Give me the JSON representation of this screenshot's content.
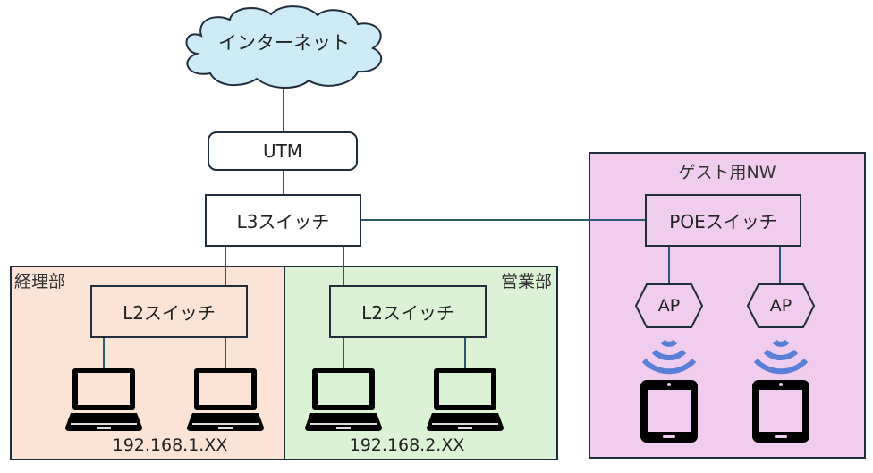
{
  "colors": {
    "line": "#2b5a6e",
    "border": "#1f2d3d",
    "cloud_fill": "#cdeaf7",
    "accounting_fill": "#fbe3d6",
    "sales_fill": "#dcf2d5",
    "guest_fill": "#f0ccee",
    "wifi": "#5a7fd6"
  },
  "internet": {
    "label": "インターネット",
    "icon": "cloud-icon"
  },
  "utm": {
    "label": "UTM"
  },
  "core_switch": {
    "label": "L3スイッチ"
  },
  "zones": {
    "accounting": {
      "label": "経理部",
      "switch_label": "L2スイッチ",
      "subnet": "192.168.1.XX",
      "devices": [
        "laptop-icon",
        "laptop-icon"
      ]
    },
    "sales": {
      "label": "営業部",
      "switch_label": "L2スイッチ",
      "subnet": "192.168.2.XX",
      "devices": [
        "laptop-icon",
        "laptop-icon"
      ]
    },
    "guest": {
      "label": "ゲスト用NW",
      "switch_label": "POEスイッチ",
      "access_points": [
        {
          "label": "AP",
          "icon": "wifi-icon",
          "device": "tablet-icon"
        },
        {
          "label": "AP",
          "icon": "wifi-icon",
          "device": "tablet-icon"
        }
      ]
    }
  }
}
